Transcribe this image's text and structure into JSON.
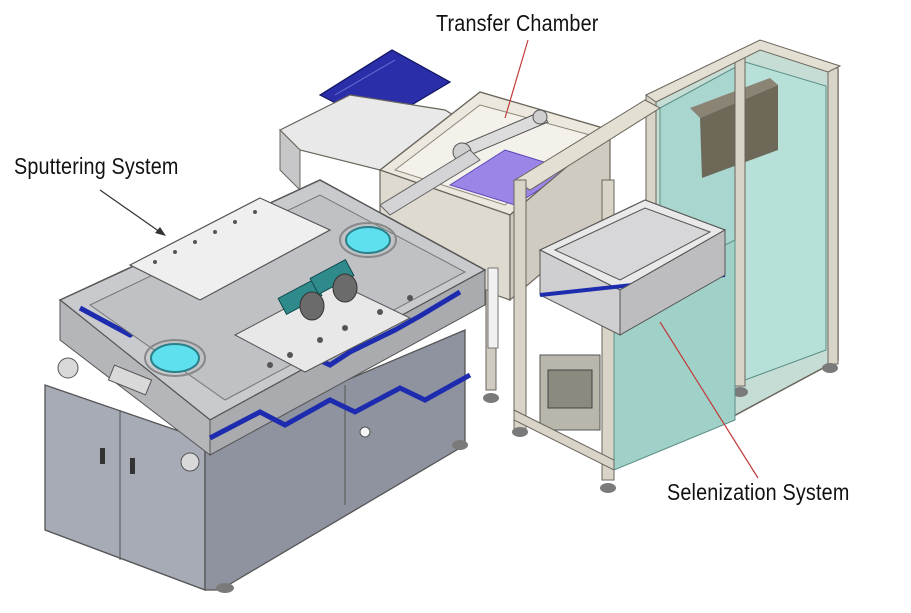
{
  "labels": {
    "sputtering": "Sputtering System",
    "transfer": "Transfer Chamber",
    "selenization": "Selenization System"
  },
  "colors": {
    "frame": "#d6d2c8",
    "frame_edge": "#6a665c",
    "cabinet": "#a7abb6",
    "cabinet_dark": "#8f93a0",
    "steel": "#c9cacd",
    "steel_light": "#e6e6e6",
    "blue_gasket": "#1d2cae",
    "target_cyan": "#5fe0ee",
    "teal_glass": "#a9d7cf",
    "teal_glass_dark": "#7fbfb4",
    "lavender_pad": "#9b86e8",
    "navy_cover": "#2a2ea8",
    "magnetron_teal": "#2f8a8c",
    "arrow_line": "#333333",
    "leader_line": "#c23b3b"
  }
}
